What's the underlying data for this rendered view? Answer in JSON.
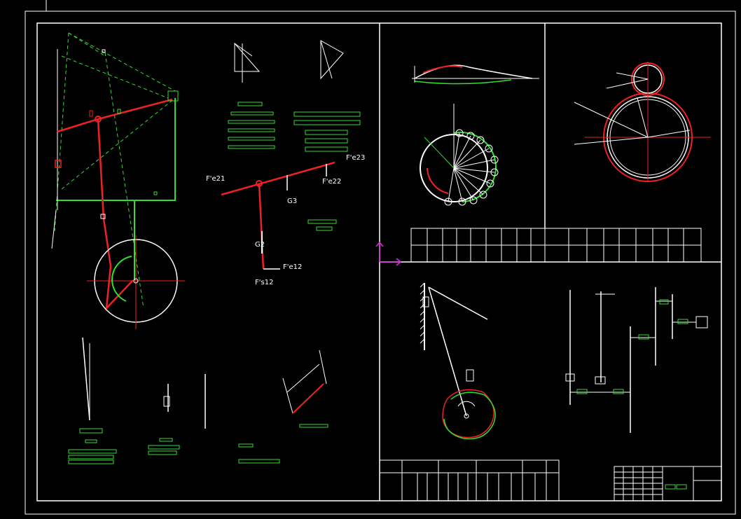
{
  "labels": {
    "F_e12": "F'e12",
    "F_e21": "F'e21",
    "F_e22": "F'e22",
    "F_e23": "F'e23",
    "G2": "G2",
    "G3": "G3",
    "F_s12": "F's12"
  },
  "colors": {
    "frame": "#ffffff",
    "aux": "#33dd33",
    "member": "#ee2222",
    "highlight": "#dd33dd"
  }
}
